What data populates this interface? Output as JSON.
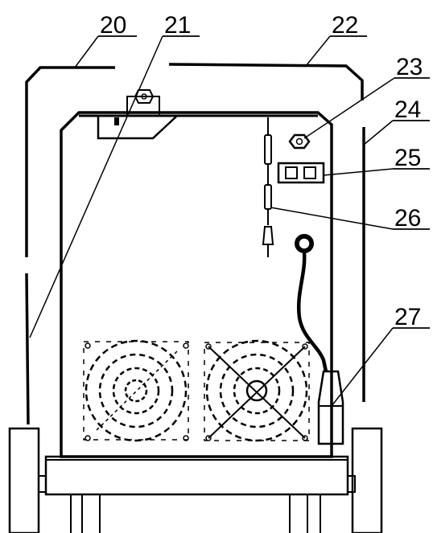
{
  "callouts": [
    {
      "id": "c20",
      "label": "20"
    },
    {
      "id": "c21",
      "label": "21"
    },
    {
      "id": "c22",
      "label": "22"
    },
    {
      "id": "c23",
      "label": "23"
    },
    {
      "id": "c24",
      "label": "24"
    },
    {
      "id": "c25",
      "label": "25"
    },
    {
      "id": "c26",
      "label": "26"
    },
    {
      "id": "c27",
      "label": "27"
    }
  ],
  "colors": {
    "ink": "#000000",
    "paper": "#ffffff"
  }
}
